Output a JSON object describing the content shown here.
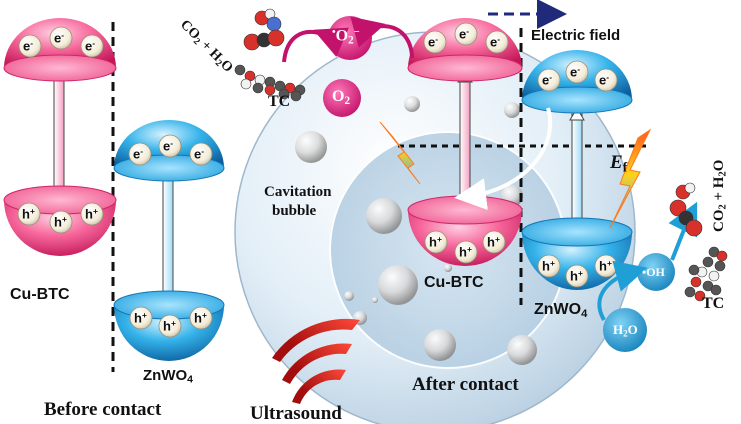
{
  "labels": {
    "cu_btc_left": "Cu-BTC",
    "znwo4_left_base": "ZnWO",
    "znwo4_left_sub": "4",
    "before_contact": "Before contact",
    "cavitation_line1": "Cavitation",
    "cavitation_line2": "bubble",
    "cu_btc_right": "Cu-BTC",
    "znwo4_right_base": "ZnWO",
    "znwo4_right_sub": "4",
    "after_contact": "After contact",
    "ultrasound": "Ultrasound",
    "electric_field": "Electric field",
    "ef_base": "E",
    "ef_sub": "f",
    "tc_top": "TC",
    "tc_right": "TC",
    "co2_h2o_top_base": "CO",
    "co2_h2o_top_sub": "2",
    "co2_h2o_top_rest": " + H",
    "co2_h2o_top_sub2": "2",
    "co2_h2o_top_end": "O",
    "co2_h2o_right_base": "CO",
    "co2_h2o_right_sub": "2",
    "co2_h2o_right_rest": " + H",
    "co2_h2o_right_sub2": "2",
    "co2_h2o_right_end": "O"
  },
  "species": {
    "superoxide_dot": "•",
    "superoxide_base": "O",
    "superoxide_sub": "2",
    "superoxide_sup": "−",
    "oxygen_base": "O",
    "oxygen_sub": "2",
    "hydroxyl": "•OH",
    "water_base": "H",
    "water_sub": "2",
    "water_end": "O"
  },
  "carriers": {
    "electron_base": "e",
    "electron_sup": "-",
    "hole_base": "h",
    "hole_sup": "+"
  },
  "colors": {
    "cu_btc": "#f04a86",
    "znwo4": "#27a6df",
    "radical": "#e0197d",
    "znwo4_species": "#1f9fd6",
    "arrow_navy": "#1f2a7a"
  }
}
